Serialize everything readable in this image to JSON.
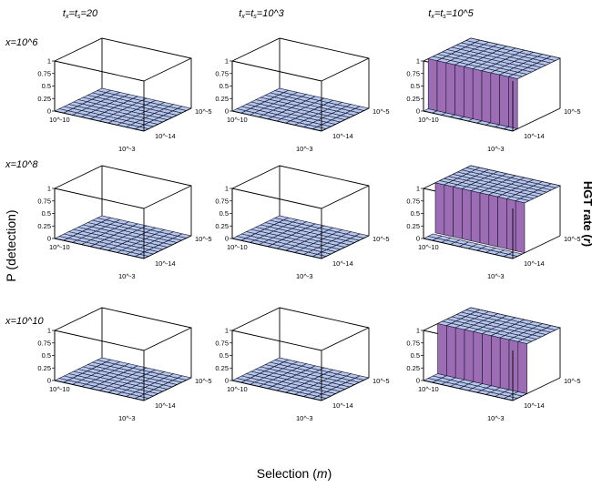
{
  "chart_data": {
    "type": "surface3d",
    "column_titles": [
      "t_x=t_s=20",
      "t_x=t_s=10^3",
      "t_x=t_s=10^5"
    ],
    "row_labels": [
      "x=10^6",
      "x=10^8",
      "x=10^10"
    ],
    "ylabel": "P (detection)",
    "xlabel_prefix": "Selection (",
    "xlabel_var": "m",
    "xlabel_suffix": ")",
    "depth_label_prefix": "HGT rate (",
    "depth_label_var": "r",
    "depth_label_suffix": ")",
    "z_ticks": [
      "0",
      "0.25",
      "0.5",
      "0.75",
      "1"
    ],
    "selection_ticks": [
      "10^-10",
      "10^-3"
    ],
    "hgt_ticks": [
      "10^-14",
      "10^-5"
    ],
    "zlim": [
      0,
      1
    ],
    "grid_size": 10,
    "panels": [
      {
        "row": 0,
        "col": 0,
        "surface": "flat",
        "value": 0
      },
      {
        "row": 0,
        "col": 1,
        "surface": "flat",
        "value": 0
      },
      {
        "row": 0,
        "col": 2,
        "surface": "step",
        "low": 0,
        "high": 1,
        "step_fraction": 0.1
      },
      {
        "row": 1,
        "col": 0,
        "surface": "flat",
        "value": 0
      },
      {
        "row": 1,
        "col": 1,
        "surface": "flat",
        "value": 0
      },
      {
        "row": 1,
        "col": 2,
        "surface": "step",
        "low": 0,
        "high": 1,
        "step_fraction": 0.25
      },
      {
        "row": 2,
        "col": 0,
        "surface": "flat",
        "value": 0
      },
      {
        "row": 2,
        "col": 1,
        "surface": "flat",
        "value": 0
      },
      {
        "row": 2,
        "col": 2,
        "surface": "step",
        "low": 0,
        "high": 1,
        "step_fraction": 0.3
      }
    ],
    "colors": {
      "surface_top": "#b4c6ee",
      "surface_side": "#9c6cb4",
      "grid_line": "#1a1a2e",
      "box_line": "#000000"
    }
  }
}
